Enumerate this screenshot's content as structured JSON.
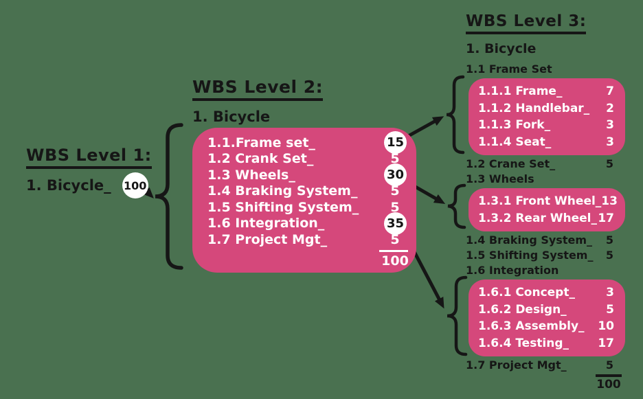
{
  "palette": {
    "background_green": "#4a7150",
    "box_pink": "#d5487b",
    "ink_black": "#161616",
    "text_white": "#ffffff"
  },
  "level1": {
    "heading": "WBS Level 1:",
    "item_label": "1. Bicycle_",
    "item_value": "100"
  },
  "level2": {
    "heading": "WBS Level 2:",
    "parent": "1. Bicycle",
    "rows": [
      {
        "label": "1.1.Frame set_",
        "value": "15",
        "badge": true
      },
      {
        "label": "1.2 Crank Set_",
        "value": "5",
        "badge": false
      },
      {
        "label": "1.3 Wheels_",
        "value": "30",
        "badge": true
      },
      {
        "label": "1.4 Braking System_",
        "value": "5",
        "badge": false
      },
      {
        "label": "1.5 Shifting System_",
        "value": "5",
        "badge": false
      },
      {
        "label": "1.6 Integration_",
        "value": "35",
        "badge": true
      },
      {
        "label": "1.7 Project Mgt_",
        "value": "5",
        "badge": false
      }
    ],
    "total": "100"
  },
  "level3": {
    "heading": "WBS Level 3:",
    "parent": "1. Bicycle",
    "h11": "1.1 Frame Set",
    "box11": {
      "rows": [
        {
          "label": "1.1.1 Frame_",
          "value": "7"
        },
        {
          "label": "1.1.2 Handlebar_",
          "value": "2"
        },
        {
          "label": "1.1.3 Fork_",
          "value": "3"
        },
        {
          "label": "1.1.4 Seat_",
          "value": "3"
        }
      ]
    },
    "r12": {
      "label": "1.2 Crane Set_",
      "value": "5"
    },
    "h13": "1.3 Wheels",
    "box13": {
      "rows": [
        {
          "label": "1.3.1 Front Wheel_",
          "value": "13"
        },
        {
          "label": "1.3.2 Rear Wheel_",
          "value": "17"
        }
      ]
    },
    "r14": {
      "label": "1.4 Braking System_",
      "value": "5"
    },
    "r15": {
      "label": "1.5 Shifting System_",
      "value": "5"
    },
    "h16": "1.6 Integration",
    "box16": {
      "rows": [
        {
          "label": "1.6.1 Concept_",
          "value": "3"
        },
        {
          "label": "1.6.2 Design_",
          "value": "5"
        },
        {
          "label": "1.6.3 Assembly_",
          "value": "10"
        },
        {
          "label": "1.6.4 Testing_",
          "value": "17"
        }
      ]
    },
    "r17": {
      "label": "1.7 Project Mgt_",
      "value": "5"
    },
    "total": "100"
  }
}
